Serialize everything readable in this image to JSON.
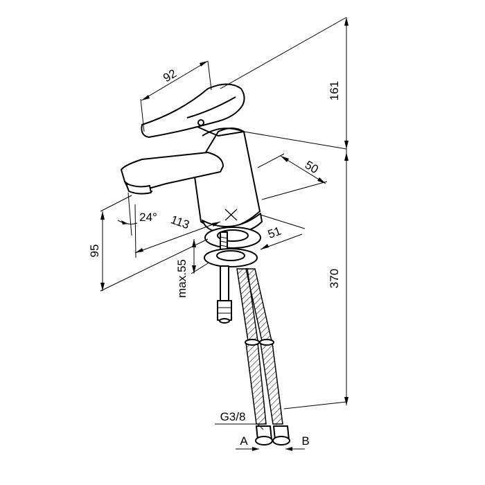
{
  "dimensions": {
    "handle_width": "92",
    "height_top": "161",
    "base_depth": "50",
    "base_width": "51",
    "spout_reach": "113",
    "spout_angle": "24°",
    "spout_height": "95",
    "mount_thickness": "max.55",
    "total_height": "370",
    "thread": "G3/8",
    "hose_a": "A",
    "hose_b": "B"
  }
}
